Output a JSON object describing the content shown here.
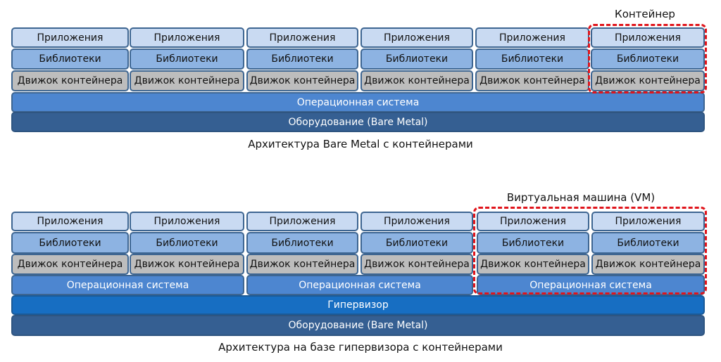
{
  "top": {
    "caption": "Архитектура Bare Metal с контейнерами",
    "highlight_label": "Контейнер",
    "app": "Приложения",
    "lib": "Библиотеки",
    "engine": "Движок контейнера",
    "os": "Операционная система",
    "hw": "Оборудование (Bare Metal)"
  },
  "bottom": {
    "caption": "Архитектура на базе гипервизора с контейнерами",
    "highlight_label": "Виртуальная машина (VM)",
    "app": "Приложения",
    "lib": "Библиотеки",
    "engine": "Движок контейнера",
    "os": "Операционная система",
    "hypervisor": "Гипервизор",
    "hw": "Оборудование (Bare Metal)"
  },
  "colors": {
    "highlight": "#e0141b"
  }
}
